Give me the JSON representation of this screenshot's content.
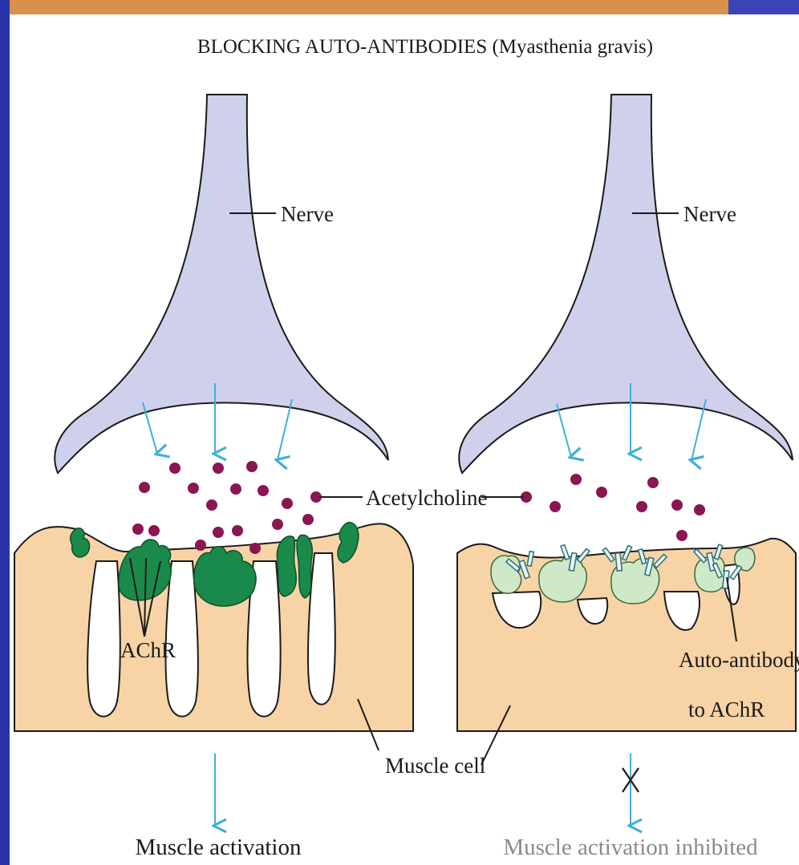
{
  "title": "BLOCKING AUTO-ANTIBODIES (Myasthenia gravis)",
  "labels": {
    "nerve_left": "Nerve",
    "nerve_right": "Nerve",
    "acetylcholine": "Acetylcholine",
    "achr": "AChR",
    "auto_antibody_line1": "Auto-antibody",
    "auto_antibody_line2": "to AChR",
    "muscle_cell": "Muscle cell"
  },
  "footer": {
    "left": "Muscle activation",
    "right": "Muscle activation inhibited"
  },
  "colors": {
    "nerve": "#cfd0ec",
    "muscle": "#f8d3a6",
    "receptor_active": "#1a8a4a",
    "receptor_blocked": "#cfe8c8",
    "acetylcholine": "#8a1652",
    "arrow": "#3fb0d8",
    "slide_bar": "#2a32a8",
    "top_accent": "#d7914a"
  }
}
